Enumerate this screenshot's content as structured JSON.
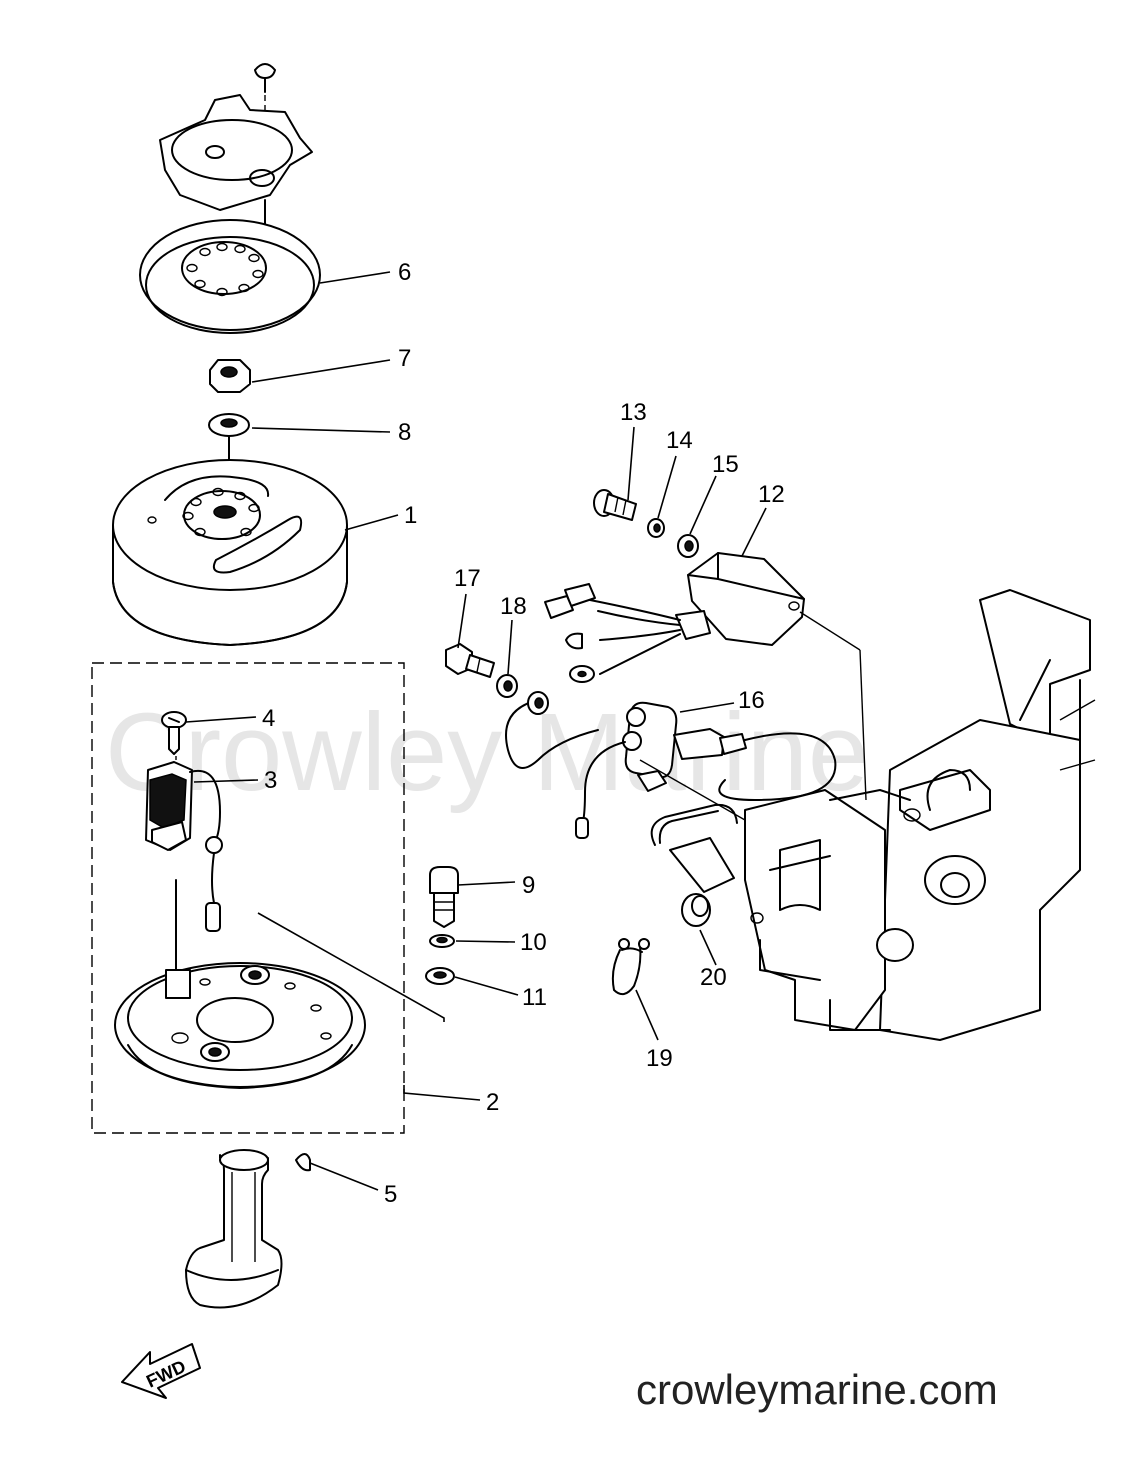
{
  "watermark": "Crowley Marine",
  "site_url": "crowleymarine.com",
  "fwd_label": "FWD",
  "callouts": [
    "6",
    "7",
    "8",
    "1",
    "4",
    "3",
    "2",
    "5",
    "9",
    "10",
    "11",
    "13",
    "14",
    "15",
    "12",
    "17",
    "18",
    "16",
    "20",
    "19"
  ]
}
